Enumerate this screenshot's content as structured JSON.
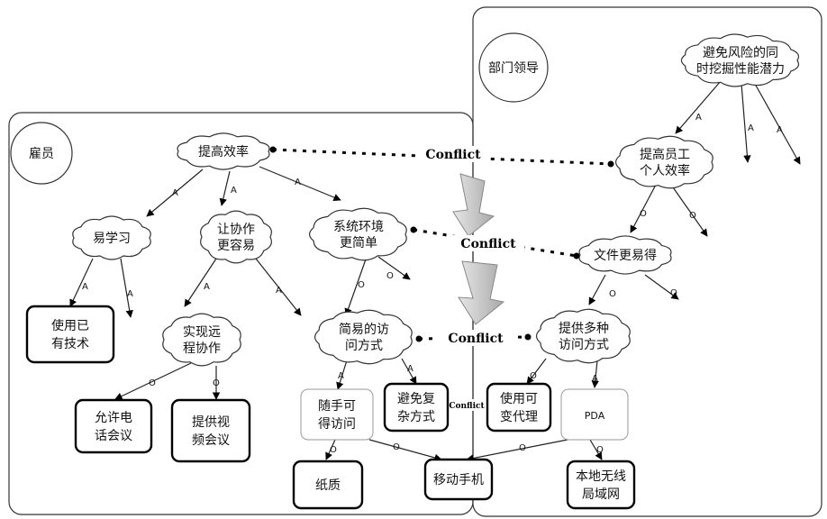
{
  "regions": {
    "employee": "雇员",
    "leader": "部门领导"
  },
  "nodes": {
    "raise_efficiency": [
      "提高效率"
    ],
    "easy_learn": [
      "易学习"
    ],
    "collab_easy": [
      "让协作",
      "更容易"
    ],
    "system_simple": [
      "系统环境",
      "更简单"
    ],
    "use_existing": [
      "使用已",
      "有技术"
    ],
    "remote_collab": [
      "实现远",
      "程协作"
    ],
    "simple_access": [
      "简易的访",
      "问方式"
    ],
    "allow_phone": [
      "允许电",
      "话会议"
    ],
    "video_conf": [
      "提供视",
      "频会议"
    ],
    "anytime_access": [
      "随手可",
      "得访问"
    ],
    "avoid_complex": [
      "避免复",
      "杂方式"
    ],
    "paper": [
      "纸质"
    ],
    "mobile": [
      "移动手机"
    ],
    "avoid_risk": [
      "避免风险的同",
      "时挖掘性能潜力"
    ],
    "staff_efficiency": [
      "提高员工",
      "个人效率"
    ],
    "file_easy": [
      "文件更易得"
    ],
    "multi_access": [
      "提供多种",
      "访问方式"
    ],
    "variable_proxy": [
      "使用可",
      "变代理"
    ],
    "pda": [
      "PDA"
    ],
    "wlan": [
      "本地无线",
      "局域网"
    ]
  },
  "conflict_label": "Conflict",
  "edge_labels": {
    "and": "A",
    "or": "O"
  }
}
